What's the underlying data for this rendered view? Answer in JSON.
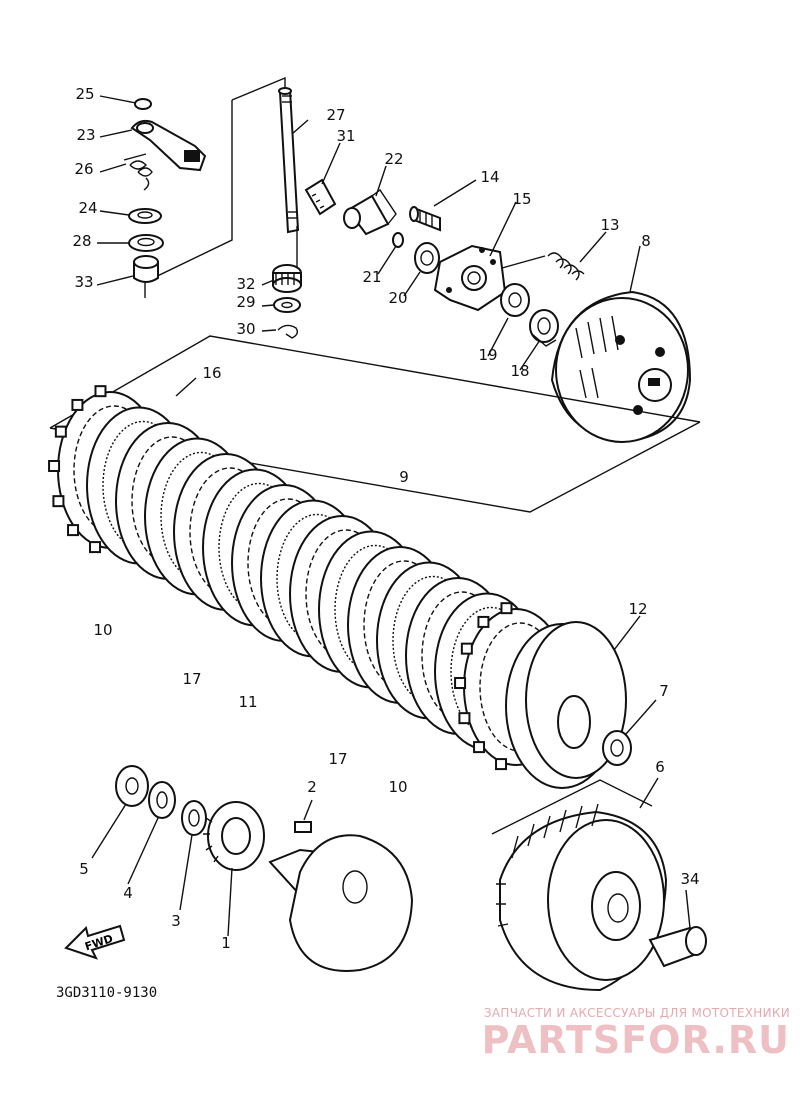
{
  "diagram": {
    "part_code": "3GD3110-9130",
    "direction_tag": "FWD",
    "watermark": {
      "subtitle": "ЗАПЧАСТИ И АКСЕССУАРЫ ДЛЯ МОТОТЕХНИКИ",
      "brand": "PARTSFOR.RU"
    },
    "callouts": [
      "1",
      "2",
      "3",
      "4",
      "5",
      "6",
      "7",
      "8",
      "9",
      "10",
      "10",
      "11",
      "12",
      "13",
      "14",
      "15",
      "16",
      "17",
      "17",
      "18",
      "19",
      "20",
      "21",
      "22",
      "23",
      "24",
      "25",
      "26",
      "27",
      "28",
      "29",
      "30",
      "31",
      "32",
      "33",
      "34"
    ]
  }
}
